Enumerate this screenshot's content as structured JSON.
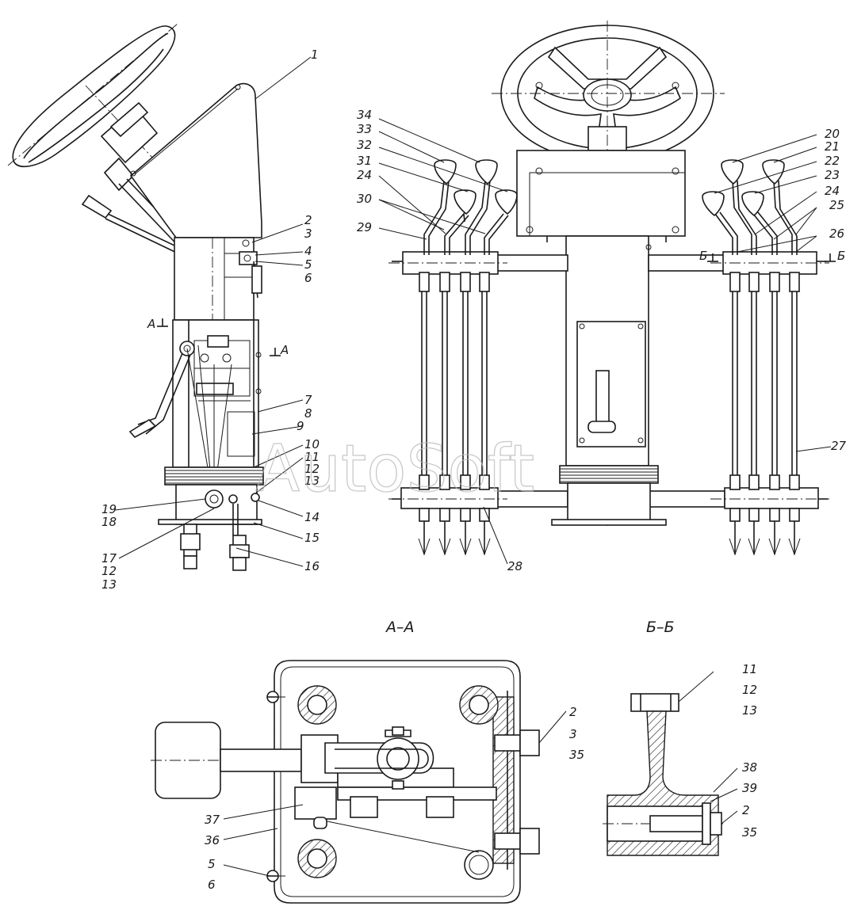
{
  "watermark": "AutoSoft",
  "sections": {
    "aa": "А–А",
    "bb": "Б–Б"
  },
  "markers": {
    "a_left": "А",
    "a_right": "А",
    "b_left": "Б",
    "b_right": "Б"
  },
  "side_view_labels": {
    "l1": "1",
    "l2": "2",
    "l3": "3",
    "l4": "4",
    "l5": "5",
    "l6": "6",
    "l7": "7",
    "l8": "8",
    "l9": "9",
    "l10": "10",
    "l11": "11",
    "l12": "12",
    "l13": "13",
    "l14": "14",
    "l15": "15",
    "l16": "16",
    "l17": "17",
    "l12b": "12",
    "l13b": "13",
    "l19": "19",
    "l18": "18"
  },
  "front_view_labels": {
    "l34": "34",
    "l33": "33",
    "l32": "32",
    "l31": "31",
    "l24a": "24",
    "l30": "30",
    "l29": "29",
    "l20": "20",
    "l21": "21",
    "l22": "22",
    "l23": "23",
    "l24b": "24",
    "l25": "25",
    "l26": "26",
    "l27": "27",
    "l28": "28"
  },
  "section_aa_labels": {
    "l2": "2",
    "l3": "3",
    "l35": "35",
    "l37": "37",
    "l36": "36",
    "l5": "5",
    "l6": "6"
  },
  "section_bb_labels": {
    "l11": "11",
    "l12": "12",
    "l13": "13",
    "l38": "38",
    "l39": "39",
    "l2": "2",
    "l35": "35"
  },
  "colors": {
    "line": "#1a1a1a",
    "background": "#ffffff",
    "watermark": "#b8b8b8"
  }
}
